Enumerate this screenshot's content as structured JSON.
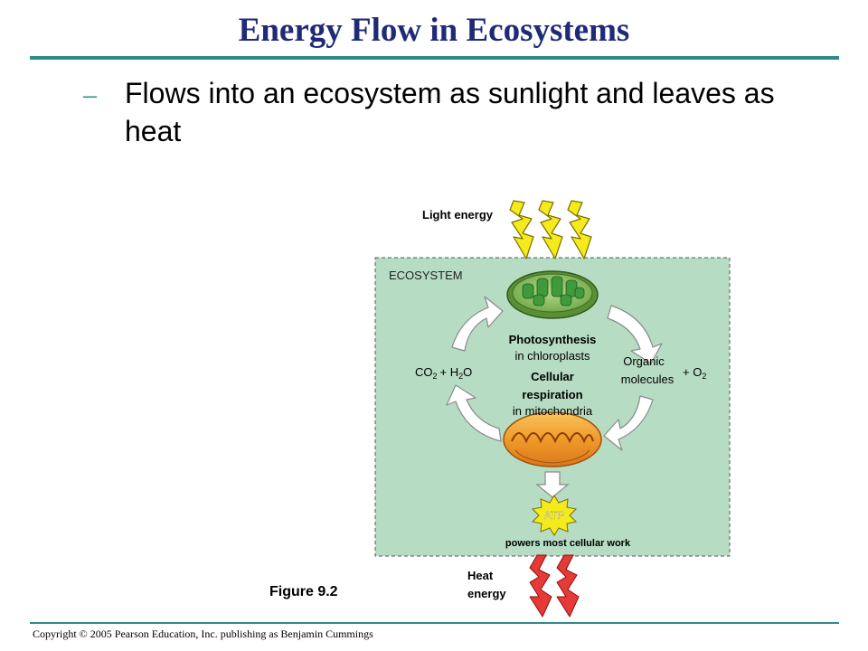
{
  "slide": {
    "title": "Energy Flow in Ecosystems",
    "bullet_dash": "–",
    "bullet_text": "Flows into an ecosystem as sunlight and leaves as heat",
    "figure_label": "Figure 9.2",
    "copyright": "Copyright © 2005 Pearson Education, Inc. publishing as Benjamin Cummings"
  },
  "diagram": {
    "light_energy": "Light energy",
    "ecosystem_label": "ECOSYSTEM",
    "photosynthesis": "Photosynthesis",
    "photosynthesis_sub": "in chloroplasts",
    "cellular_line1": "Cellular",
    "cellular_line2": "respiration",
    "cellular_sub": "in mitochondria",
    "co2": "CO",
    "co2_sub": "2",
    "plus1": "+ H",
    "h2o_sub": "2",
    "h2o_o": "O",
    "organic_line1": "Organic",
    "organic_line2": "molecules",
    "plus_o2": "+ O",
    "o2_sub": "2",
    "atp": "ATP",
    "powers": "powers most cellular work",
    "heat_line1": "Heat",
    "heat_line2": "energy",
    "colors": {
      "ecosystem_fill": "#b6dcc3",
      "bolt_yellow": "#f4ea1c",
      "bolt_red": "#e53a35",
      "chloroplast_green": "#3f9a3c",
      "mito_orange": "#f09a2a"
    }
  }
}
